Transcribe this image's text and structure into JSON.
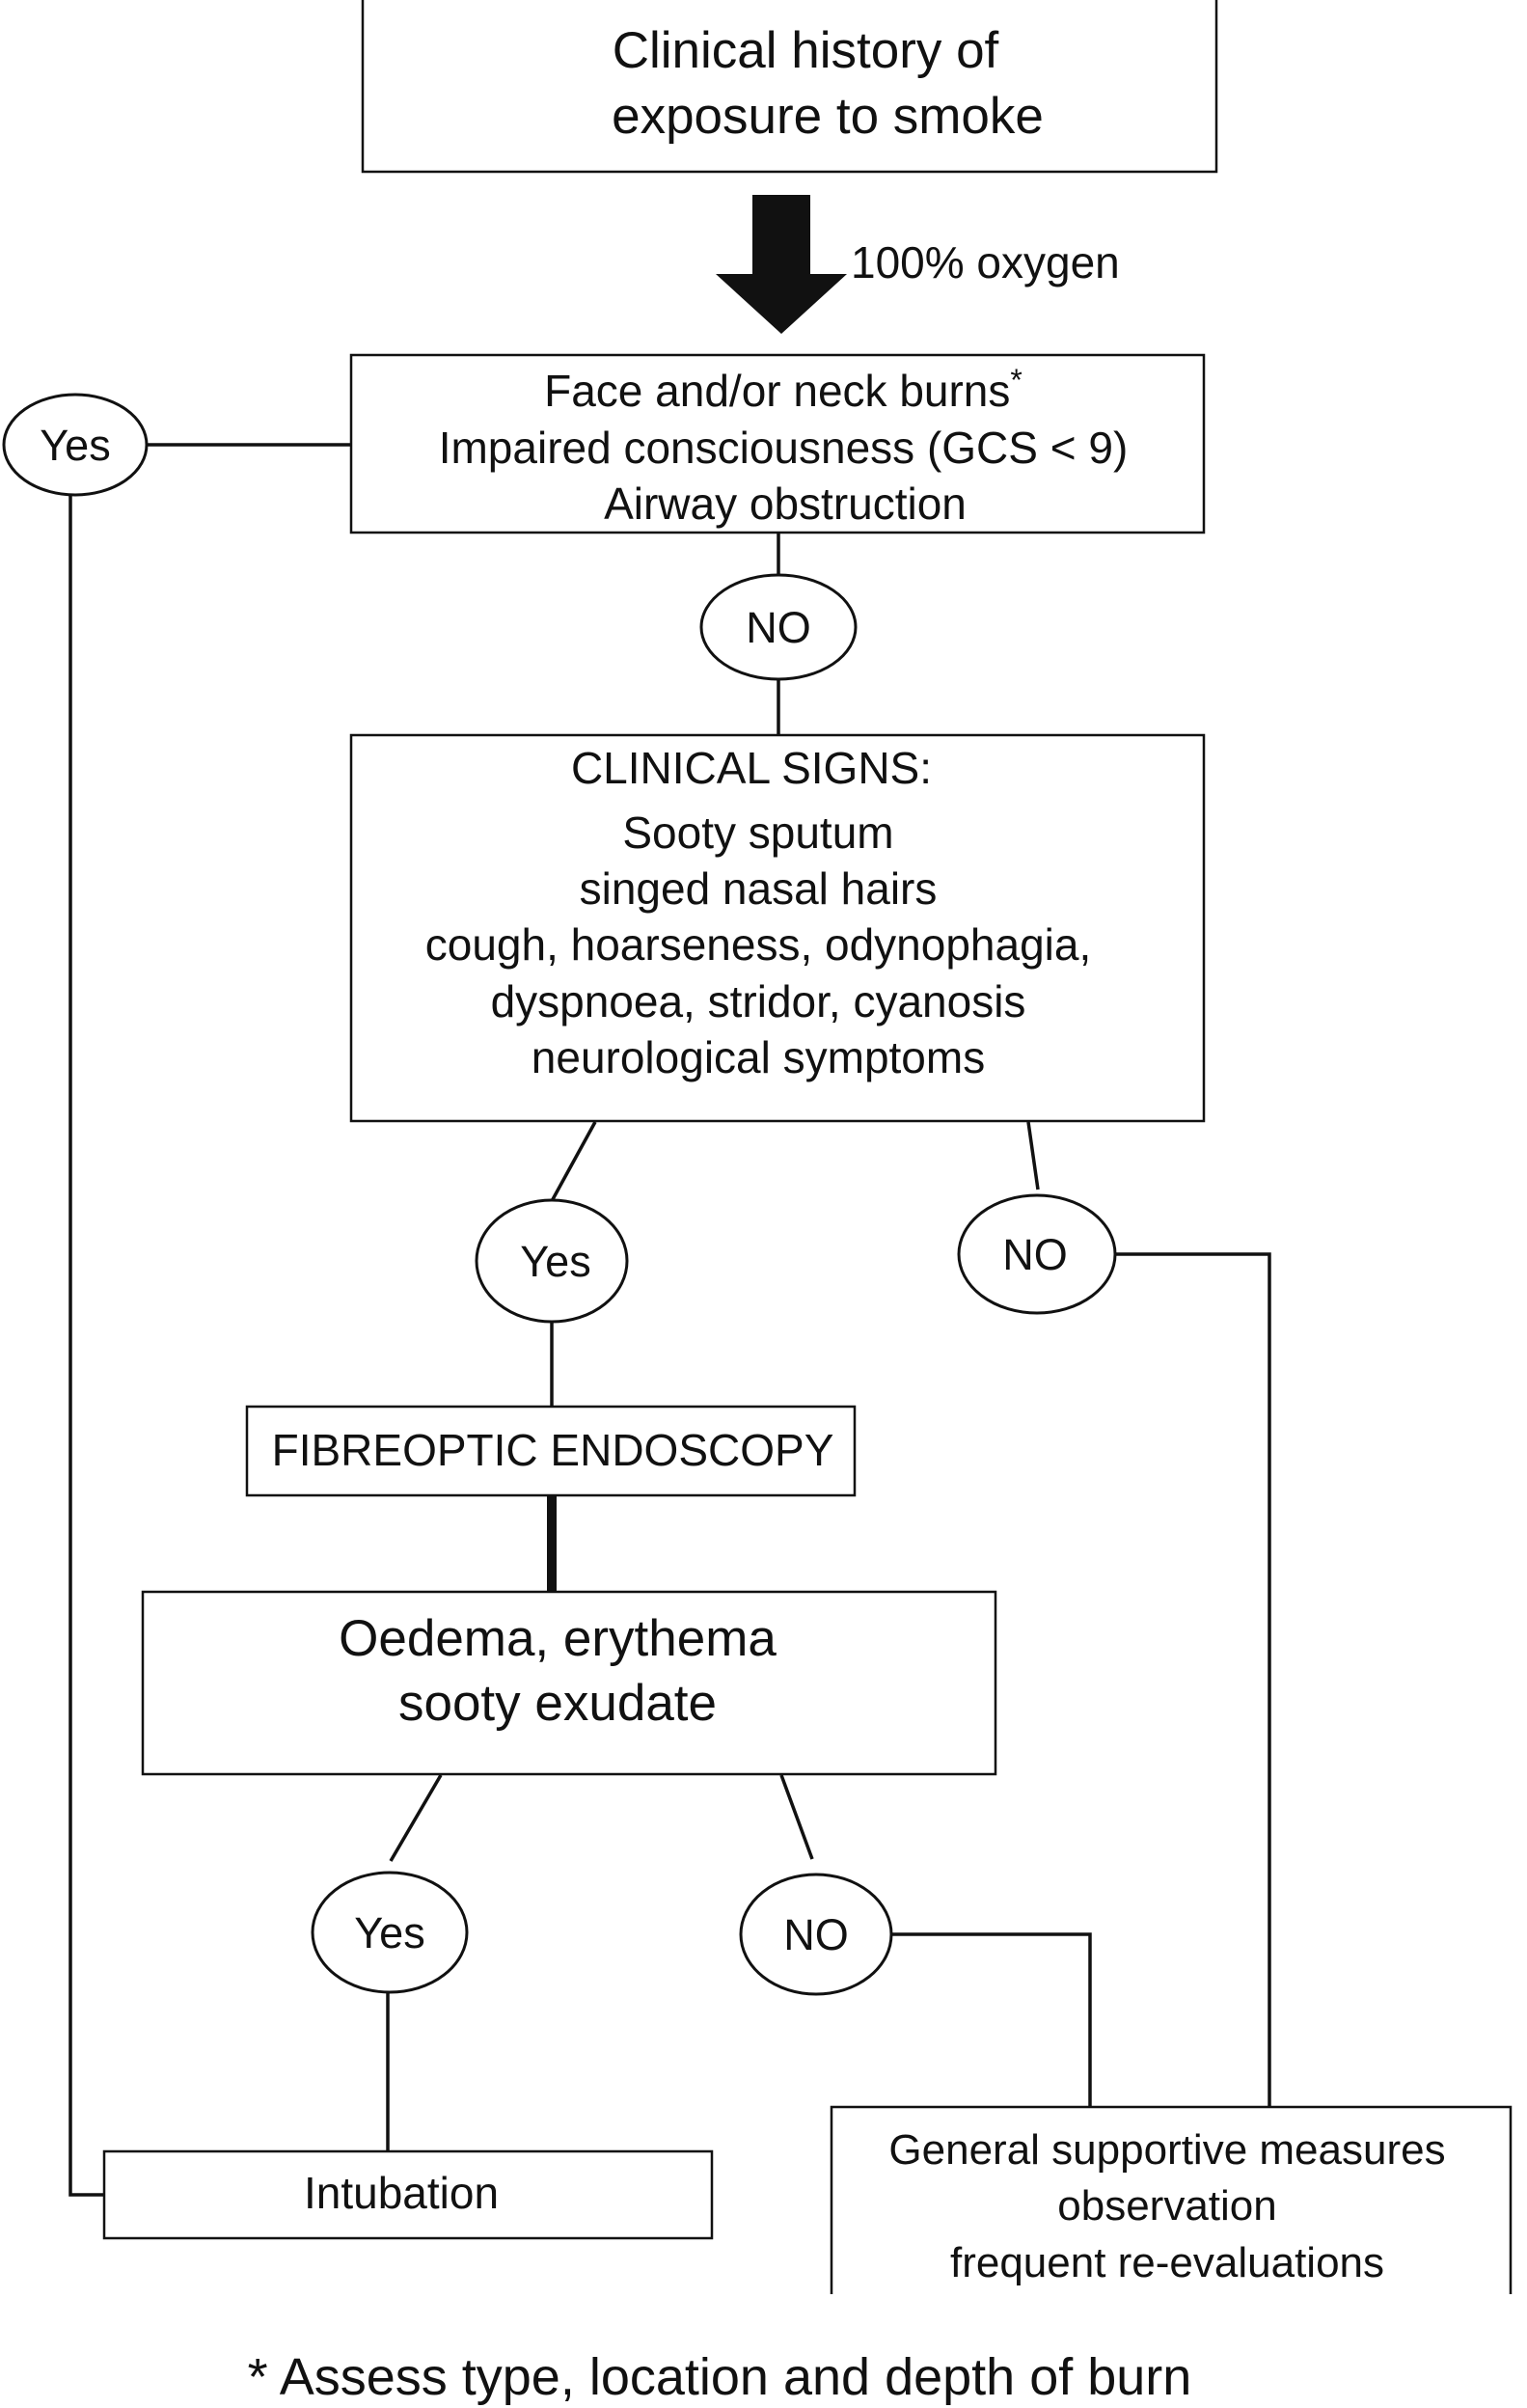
{
  "start": {
    "lines": [
      "Clinical history of",
      "exposure to smoke"
    ]
  },
  "arrow_label": "100% oxygen",
  "criteria": {
    "line1": "Face and/or neck burns",
    "line1_marker": "*",
    "line2": "Impaired consciousness (GCS < 9)",
    "line3": "Airway obstruction"
  },
  "nodes": {
    "criteria_yes": "Yes",
    "criteria_no": "NO",
    "signs_yes": "Yes",
    "signs_no": "NO",
    "endoscopy_yes": "Yes",
    "endoscopy_no": "NO"
  },
  "clinical_signs": {
    "heading": "CLINICAL SIGNS:",
    "lines": [
      "Sooty sputum",
      "singed nasal hairs",
      "cough, hoarseness, odynophagia,",
      "dyspnoea, stridor, cyanosis",
      "neurological symptoms"
    ]
  },
  "endoscopy": {
    "label": "FIBREOPTIC ENDOSCOPY"
  },
  "findings": {
    "lines": [
      "Oedema, erythema",
      "sooty exudate"
    ]
  },
  "intubation": {
    "label": "Intubation"
  },
  "supportive": {
    "lines": [
      "General supportive measures",
      "observation",
      "frequent re-evaluations"
    ]
  },
  "footnote": "* Assess type, location and depth of burn"
}
